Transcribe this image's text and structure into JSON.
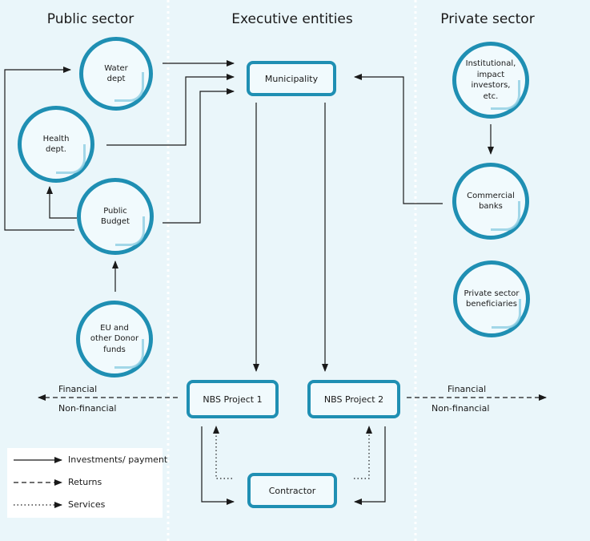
{
  "headers": {
    "public": "Public sector",
    "executive": "Executive entities",
    "private": "Private sector"
  },
  "nodes": {
    "water": "Water\ndept",
    "health": "Health\ndept.",
    "budget": "Public\nBudget",
    "eu": "EU and\nother Donor\nfunds",
    "institutional": "Institutional,\nimpact\ninvestors,\netc.",
    "banks": "Commercial\nbanks",
    "beneficiaries": "Private sector\nbeneficiaries",
    "municipality": "Municipality",
    "nbs1": "NBS Project 1",
    "nbs2": "NBS Project 2",
    "contractor": "Contractor"
  },
  "flow_labels": {
    "left_financial": "Financial",
    "left_nonfinancial": "Non-financial",
    "right_financial": "Financial",
    "right_nonfinancial": "Non-financial"
  },
  "legend": {
    "investments": "Investments/ payment",
    "returns": "Returns",
    "services": "Services"
  },
  "colors": {
    "background": "#eaf6fa",
    "node_border": "#1f8fb3",
    "arrow": "#1a1a1a",
    "divider": "#ffffff"
  }
}
